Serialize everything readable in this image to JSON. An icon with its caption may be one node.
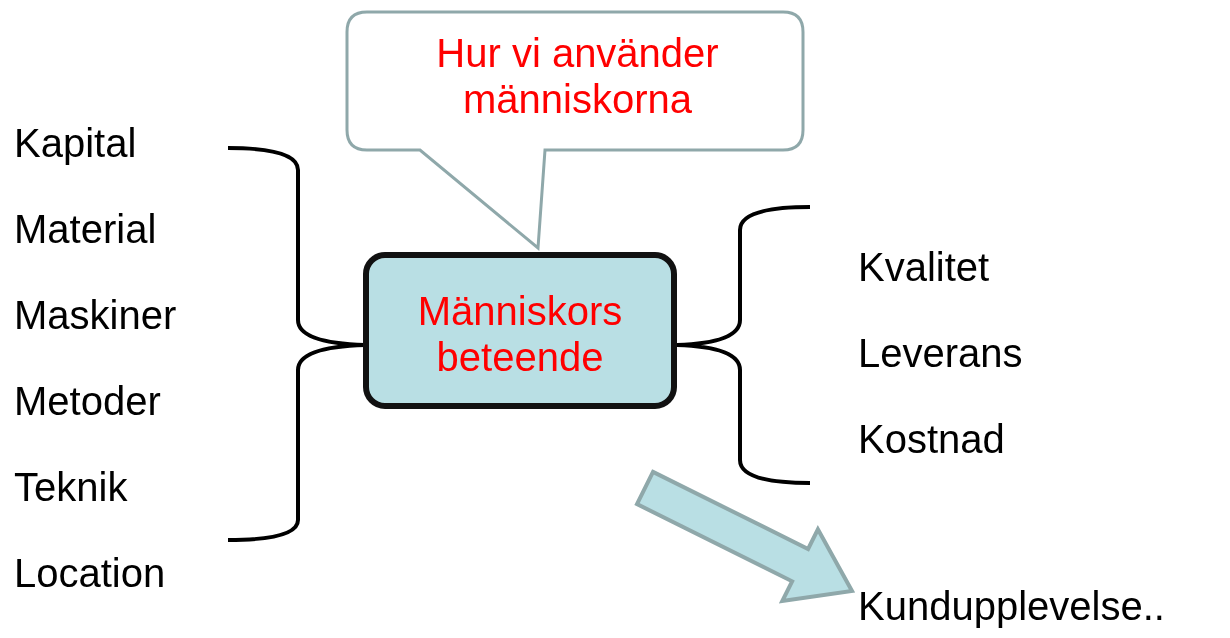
{
  "diagram": {
    "nodes": [
      {
        "text": [
          "Hur vi använder människorna"
        ]
      },
      {
        "text": [
          "Människors beteende"
        ]
      },
      {
        "text": [
          "Kundupplevelse.."
        ]
      }
    ],
    "edges": [
      {
        "from": null,
        "to": 2,
        "arrow": "to",
        "style": "thick"
      }
    ],
    "labels": [
      "Kapital",
      "Material",
      "Maskiner",
      "Metoder",
      "Teknik",
      "Location",
      "Kvalitet",
      "Leverans",
      "Kostnad"
    ]
  }
}
